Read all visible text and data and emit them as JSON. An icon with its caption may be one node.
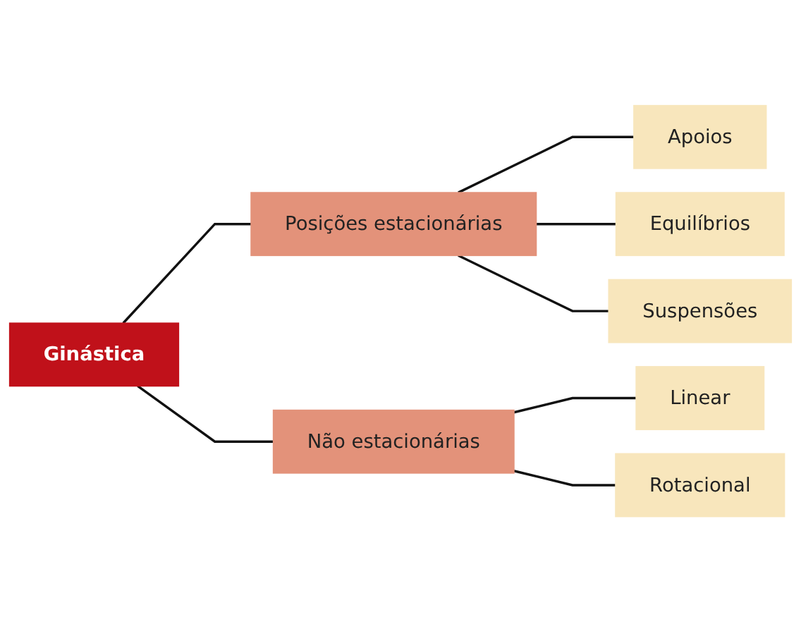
{
  "diagram": {
    "nodes": [
      {
        "text": [
          "Ginástica"
        ]
      },
      {
        "text": [
          "Posições estacionárias"
        ]
      },
      {
        "text": [
          "Não estacionárias"
        ]
      },
      {
        "text": [
          "Apoios"
        ]
      },
      {
        "text": [
          "Equilíbrios"
        ]
      },
      {
        "text": [
          "Suspensões"
        ]
      },
      {
        "text": [
          "Linear"
        ]
      },
      {
        "text": [
          "Rotacional"
        ]
      }
    ],
    "edges": [
      {
        "from": 0,
        "to": 1,
        "arrow": "none"
      },
      {
        "from": 0,
        "to": 2,
        "arrow": "none"
      },
      {
        "from": 1,
        "to": 3,
        "arrow": "none"
      },
      {
        "from": 1,
        "to": 4,
        "arrow": "none"
      },
      {
        "from": 1,
        "to": 5,
        "arrow": "none"
      },
      {
        "from": 2,
        "to": 6,
        "arrow": "none"
      },
      {
        "from": 2,
        "to": 7,
        "arrow": "none"
      }
    ]
  }
}
